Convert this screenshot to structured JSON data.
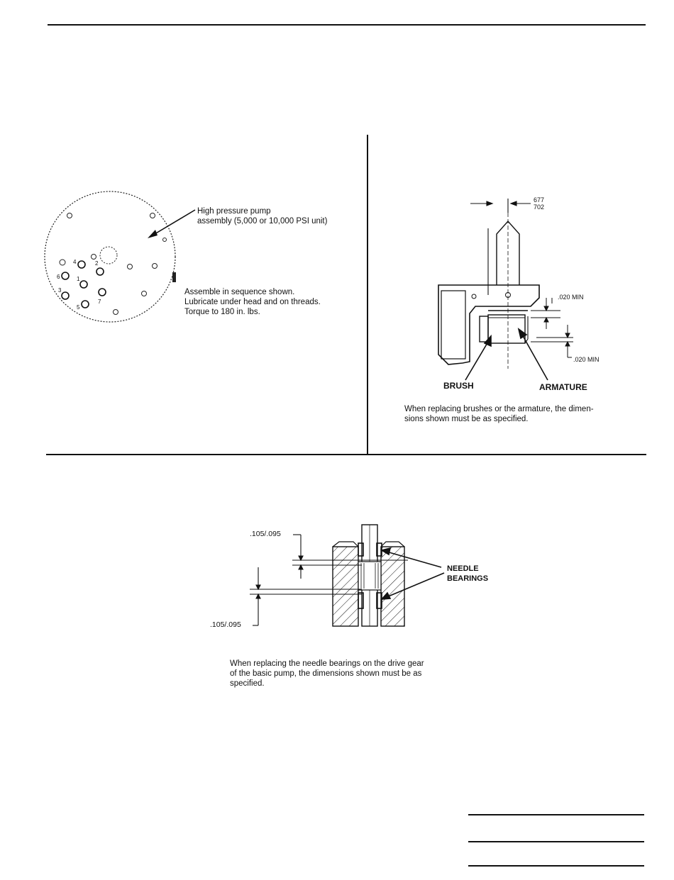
{
  "fig_pump": {
    "callout": "High pressure pump\nassembly (5,000 or 10,000 PSI unit)",
    "instructions": "Assemble in sequence shown.\nLubricate under head and on threads.\nTorque to 180 in. lbs.",
    "bolt_numbers": [
      "1",
      "2",
      "3",
      "4",
      "5",
      "6",
      "7"
    ]
  },
  "fig_motor": {
    "dim_top_a": "677",
    "dim_top_b": "702",
    "dim_gap_1": ".020 MIN",
    "dim_gap_2": ".020 MIN",
    "label_brush": "BRUSH",
    "label_armature": "ARMATURE",
    "caption": "When replacing brushes or the armature, the dimen-\nsions shown must be as specified."
  },
  "fig_bearing": {
    "dim_upper": ".105/.095",
    "dim_lower": ".105/.095",
    "label": "NEEDLE\nBEARINGS",
    "caption": "When replacing the needle bearings on the drive gear\nof the basic pump, the dimensions shown must be as\nspecified."
  }
}
